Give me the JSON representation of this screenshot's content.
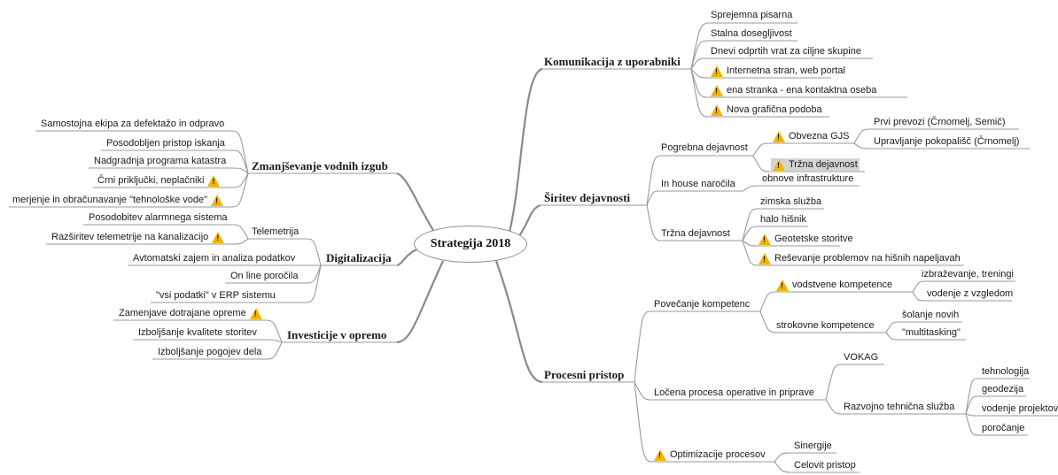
{
  "root": "Strategija 2018",
  "branches": {
    "komunikacija": {
      "label": "Komunikacija z uporabniki",
      "items": [
        "Sprejemna pisarna",
        "Stalna dosegljivost",
        "Dnevi odprtih vrat za ciljne skupine",
        "Internetna stran, web portal",
        "ena stranka - ena kontaktna oseba",
        "Nova grafična podoba"
      ]
    },
    "siritev": {
      "label": "Širitev dejavnosti",
      "pogrebna": {
        "label": "Pogrebna dejavnost",
        "obvezna": {
          "label": "Obvezna GJS",
          "items": [
            "Prvi prevozi (Črnomelj, Semič)",
            "Upravljanje pokopališč (Črnomelj)"
          ]
        },
        "trzna": "Tržna dejavnost"
      },
      "inhouse": {
        "label": "In house naročila",
        "items": [
          "obnove infrastrukture"
        ]
      },
      "trzna": {
        "label": "Tržna dejavnost",
        "items": [
          "zimska služba",
          "halo hišnik",
          "Geotetske storitve",
          "Reševanje problemov na hišnih napeljavah"
        ]
      }
    },
    "procesni": {
      "label": "Procesni pristop",
      "povecanje": {
        "label": "Povečanje kompetenc",
        "vodstvene": {
          "label": "vodstvene kompetence",
          "items": [
            "izbraževanje, treningi",
            "vodenje z vzgledom"
          ]
        },
        "strokovne": {
          "label": "strokovne kompetence",
          "items": [
            "šolanje novih",
            "\"multitasking\""
          ]
        }
      },
      "locena": {
        "label": "Ločena procesa operative in priprave",
        "vokag": "VOKAG",
        "razvojno": {
          "label": "Razvojno tehnična služba",
          "items": [
            "tehnologija",
            "geodezija",
            "vodenje projektov",
            "poročanje"
          ]
        }
      },
      "optimizacija": {
        "label": "Optimizacije procesov",
        "items": [
          "Sinergije",
          "Celovit pristop"
        ]
      }
    },
    "zmanjsevanje": {
      "label": "Zmanjševanje vodnih izgub",
      "items": [
        "Samostojna ekipa za defektažo in odpravo",
        "Posodobljen pristop iskanja",
        "Nadgradnja programa katastra",
        "Črni priključki, neplačniki",
        "merjenje in obračunavanje \"tehnološke vode\""
      ]
    },
    "digitalizacija": {
      "label": "Digitalizacija",
      "telemetrija": {
        "label": "Telemetrija",
        "items": [
          "Posodobitev alarmnega sistema",
          "Razširitev telemetrije na kanalizacijo"
        ]
      },
      "items": [
        "Avtomatski zajem in analiza podatkov",
        "On line poročila",
        "\"vsi podatki\" v ERP sistemu"
      ]
    },
    "investicije": {
      "label": "Investicije v opremo",
      "items": [
        "Zamenjave dotrajane opreme",
        "Izboljšanje kvalitete storitev",
        "Izboljšanje pogojev dela"
      ]
    }
  }
}
